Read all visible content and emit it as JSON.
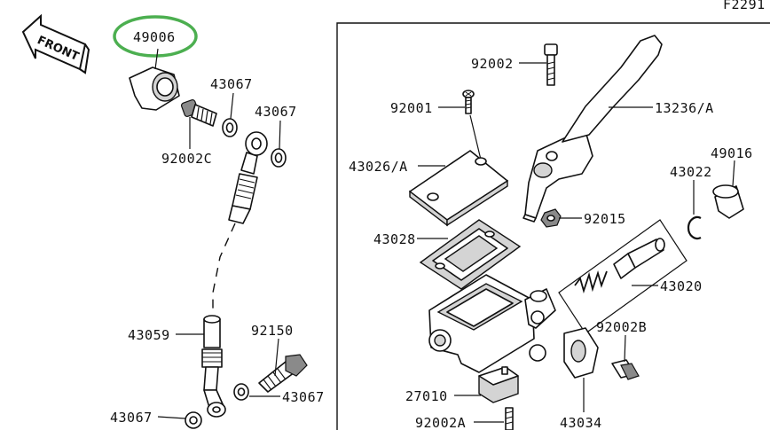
{
  "figure_id": "F2291",
  "front_label": "FRONT",
  "accent_circle_color": "#4caf50",
  "parts": {
    "p49006": "49006",
    "p43067a": "43067",
    "p43067b": "43067",
    "p92002c": "92002C",
    "p43059": "43059",
    "p92150": "92150",
    "p43067c": "43067",
    "p43067d": "43067",
    "p92002": "92002",
    "p92001": "92001",
    "p13236a": "13236/A",
    "p43026a": "43026/A",
    "p49016": "49016",
    "p43022": "43022",
    "p92015": "92015",
    "p43028": "43028",
    "p43020": "43020",
    "p92002b": "92002B",
    "p27010": "27010",
    "p92002a": "92002A",
    "p43034": "43034"
  }
}
